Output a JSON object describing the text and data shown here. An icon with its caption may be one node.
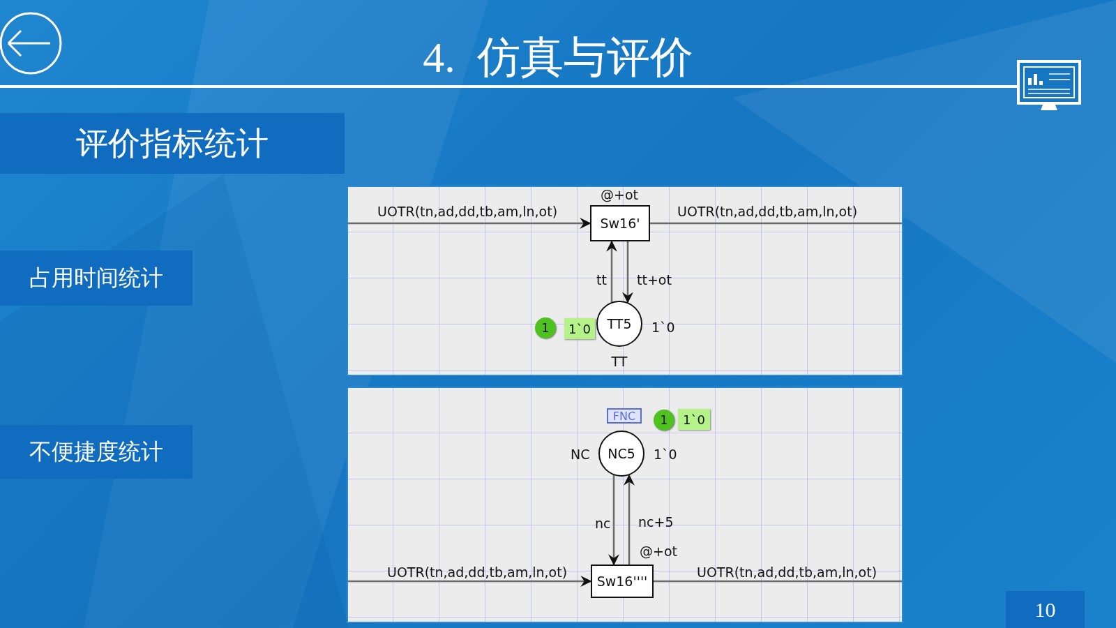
{
  "diagram": {
    "title": "4.  仿真与评价",
    "nodes": [
      {
        "text": [
          "评价指标统计"
        ]
      },
      {
        "text": [
          "占用时间统计"
        ]
      },
      {
        "text": [
          "不便捷度统计"
        ]
      },
      {
        "text": [],
        "shape": "box"
      },
      {
        "text": [
          "Sw16'"
        ],
        "in": 3,
        "beside": [
          "@+ot"
        ]
      },
      {
        "text": [
          "TT5"
        ],
        "in": 3,
        "beside": [
          "1`0",
          "TT"
        ]
      },
      {
        "text": [],
        "shape": "box"
      },
      {
        "text": [
          "NC5"
        ],
        "in": 6,
        "beside": [
          "NC",
          "1`0"
        ]
      },
      {
        "text": [
          "Sw16''''"
        ],
        "in": 6,
        "beside": [
          "@+ot"
        ]
      }
    ],
    "edges": [
      {
        "from": null,
        "to": 4,
        "arrow": "to",
        "label": "UOTR(tn,ad,dd,tb,am,ln,ot)"
      },
      {
        "from": 4,
        "to": null,
        "arrow": "none",
        "label": "UOTR(tn,ad,dd,tb,am,ln,ot)"
      },
      {
        "from": 5,
        "to": 4,
        "arrow": "to",
        "label": "tt"
      },
      {
        "from": 4,
        "to": 5,
        "arrow": "to",
        "label": "tt+ot"
      },
      {
        "from": 7,
        "to": 8,
        "arrow": "to",
        "label": "nc"
      },
      {
        "from": 8,
        "to": 7,
        "arrow": "to",
        "label": "nc+5"
      },
      {
        "from": null,
        "to": 8,
        "arrow": "to",
        "label": "UOTR(tn,ad,dd,tb,am,ln,ot)"
      },
      {
        "from": 8,
        "to": null,
        "arrow": "none",
        "label": "UOTR(tn,ad,dd,tb,am,ln,ot)"
      }
    ],
    "labels": [
      "1",
      "1`0",
      "FNC",
      "1",
      "1`0",
      "10"
    ]
  }
}
